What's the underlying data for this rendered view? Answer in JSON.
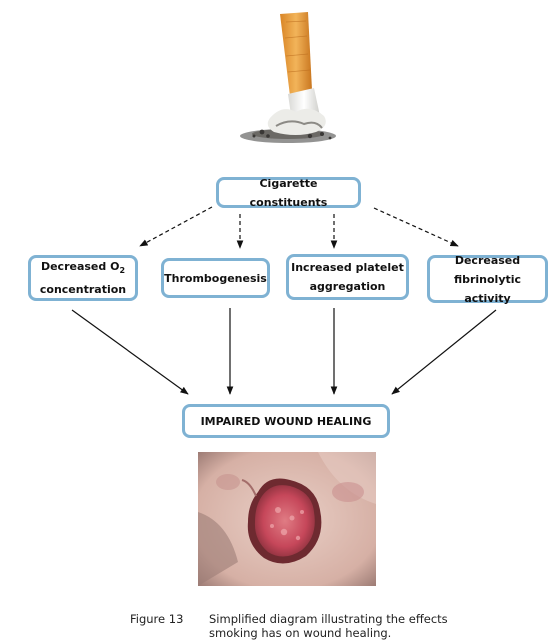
{
  "diagram": {
    "source": "Cigarette constituents",
    "effects": [
      {
        "line1_prefix": "Decreased O",
        "subscript": "2",
        "line2": "concentration"
      },
      {
        "label": "Thrombogenesis"
      },
      {
        "line1": "Increased platelet",
        "line2": "aggregation"
      },
      {
        "line1": "Decreased",
        "line2": "fibrinolytic activity"
      }
    ],
    "outcome": "IMPAIRED WOUND HEALING"
  },
  "images": {
    "top": "cigarette-butt",
    "bottom": "wound-photo"
  },
  "caption": {
    "figure_label": "Figure 13",
    "line1": "Simplified diagram illustrating the effects",
    "line2": "smoking has on wound healing."
  },
  "colors": {
    "box_border": "#7fb2d3",
    "filter": "#e8a23c",
    "wound": "#c6475a"
  }
}
